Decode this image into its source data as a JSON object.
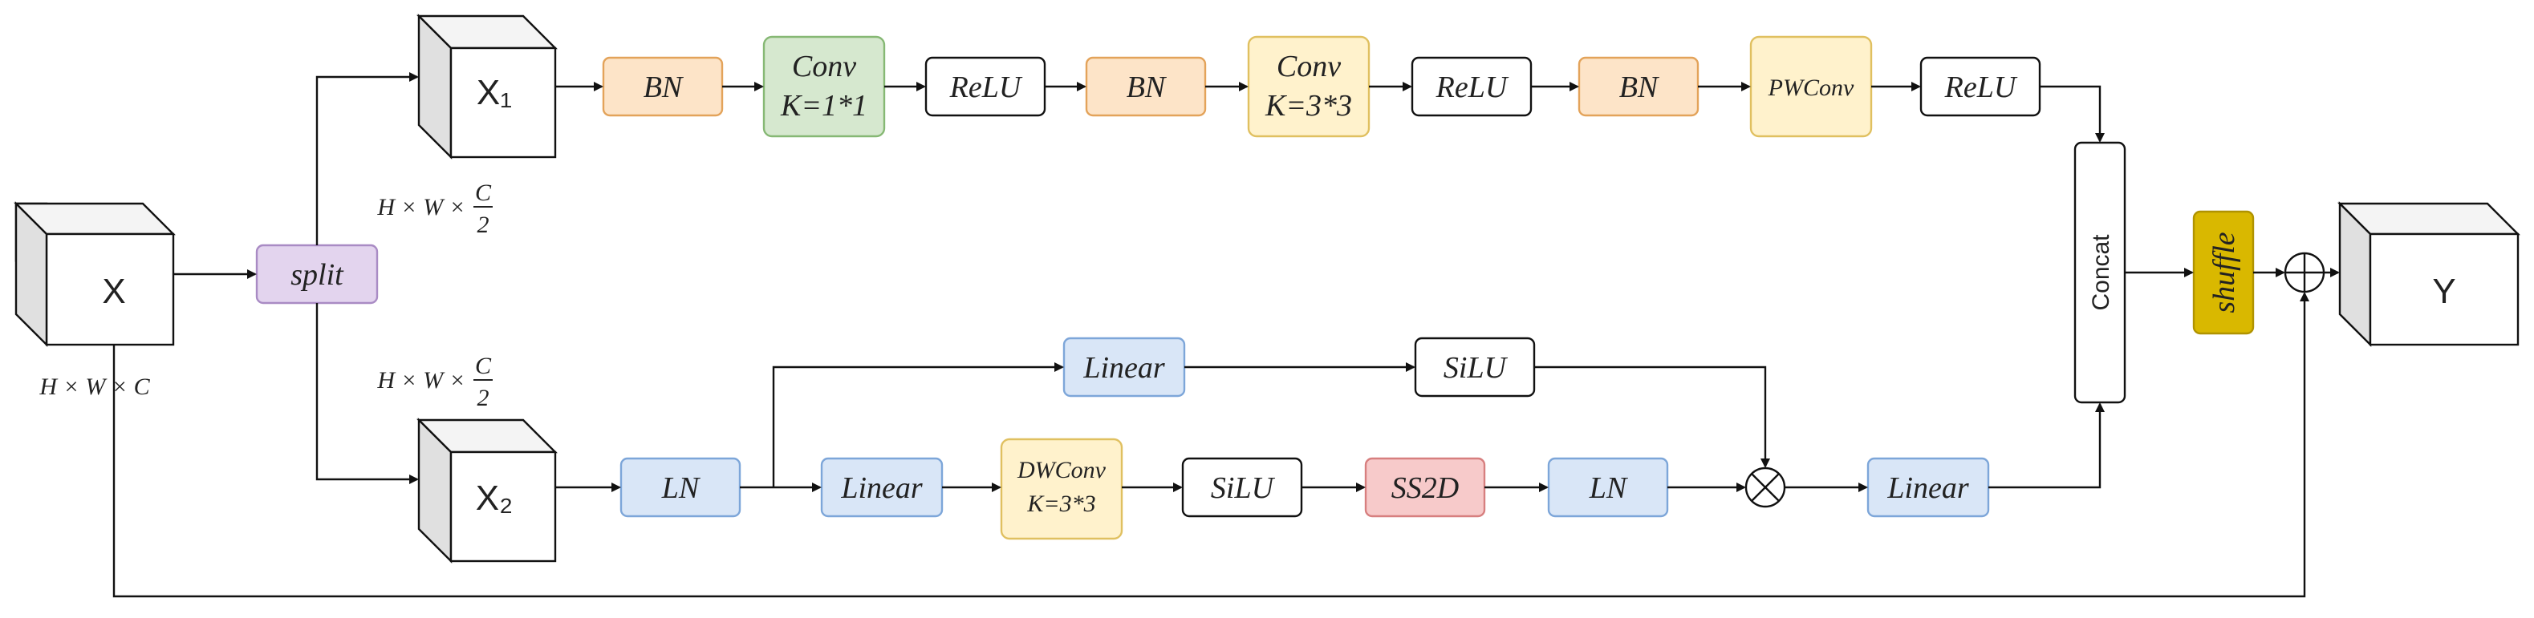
{
  "input": {
    "label": "X",
    "dim": "H × W × C"
  },
  "split": {
    "label": "split"
  },
  "branch_top": {
    "input_label": "X₁",
    "dim_num": "C",
    "dim_prefix": "H × W ×",
    "dim_den": "2",
    "blocks": [
      {
        "line1": "BN"
      },
      {
        "line1": "Conv",
        "line2": "K=1*1"
      },
      {
        "line1": "ReLU"
      },
      {
        "line1": "BN"
      },
      {
        "line1": "Conv",
        "line2": "K=3*3"
      },
      {
        "line1": "ReLU"
      },
      {
        "line1": "BN"
      },
      {
        "line1": "PWConv"
      },
      {
        "line1": "ReLU"
      }
    ]
  },
  "branch_bottom": {
    "input_label": "X₂",
    "dim_prefix": "H × W ×",
    "dim_num": "C",
    "dim_den": "2",
    "ln_in": "LN",
    "gate_linear": "Linear",
    "gate_silu": "SiLU",
    "main_linear": "Linear",
    "dwconv_line1": "DWConv",
    "dwconv_line2": "K=3*3",
    "main_silu": "SiLU",
    "ss2d": "SS2D",
    "ln_out": "LN",
    "out_linear": "Linear"
  },
  "concat": {
    "label": "Concat"
  },
  "shuffle": {
    "label": "shuffle"
  },
  "output": {
    "label": "Y"
  },
  "colors": {
    "orange_fill": "#fde4c8",
    "orange_stroke": "#e3a35a",
    "green_fill": "#d6e8cf",
    "green_stroke": "#86b874",
    "yellow_fill": "#fff2cc",
    "yellow_stroke": "#e0c060",
    "purple_fill": "#e3d4ee",
    "purple_stroke": "#a98bc4",
    "blue_fill": "#d9e6f7",
    "blue_stroke": "#7da6d9",
    "red_fill": "#f7caca",
    "red_stroke": "#d77f7f",
    "shuffle_fill": "#d9b800",
    "shuffle_stroke": "#b09300"
  }
}
